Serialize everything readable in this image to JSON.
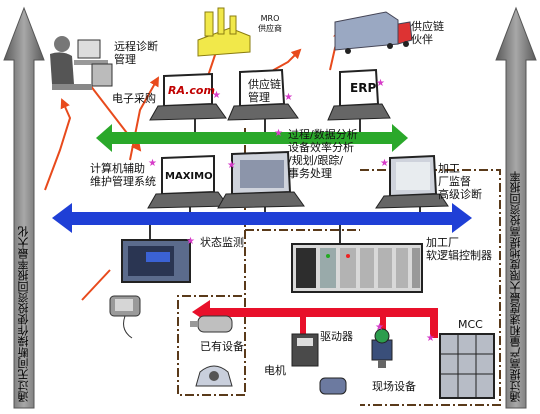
{
  "left_arrow": {
    "text": "通过无间断操作使投资回报率最大化"
  },
  "right_arrow": {
    "text": "通过提高产量和速度最大限度地提高投资回报率"
  },
  "labels": {
    "remote_diag": "远程诊断\n管理",
    "eproc": "电子采购",
    "mro": "MRO\n供应商",
    "partners": "供应链\n伙伴",
    "ra_com": "RA.com",
    "scm_screen": "供应链\n管理",
    "erp_screen": "ERP",
    "data_analysis": "过程/数据分析\n设备效率分析\n/规划/跟踪/\n事务处理",
    "cmms": "计算机辅助\n维护管理系统",
    "maximo": "MAXIMO",
    "plant_monitor": "加工\n厂监督\n高级诊断",
    "status": "状态监测",
    "plant_logic": "加工厂\n软逻辑控制器",
    "existing": "已有设备",
    "driver": "驱动器",
    "motor": "电机",
    "field_devices": "现场设备",
    "mcc": "MCC"
  },
  "colors": {
    "arrow_gray": "#6e6e6e",
    "bus_green": "#2aa82a",
    "bus_blue": "#1f3fd6",
    "bus_red": "#e8102a",
    "link_orange": "#e84a1c",
    "dash_brown": "#5a3a1a",
    "star_magenta": "#d63cc8"
  },
  "icons": [
    "person-computer-icon",
    "factory-icon",
    "truck-icon",
    "laptop-icon",
    "hmi-panel-icon",
    "handheld-icon",
    "plc-rack-icon",
    "motor-icon",
    "drive-icon",
    "field-device-icon",
    "mcc-cabinet-icon",
    "pillow-block-icon"
  ]
}
